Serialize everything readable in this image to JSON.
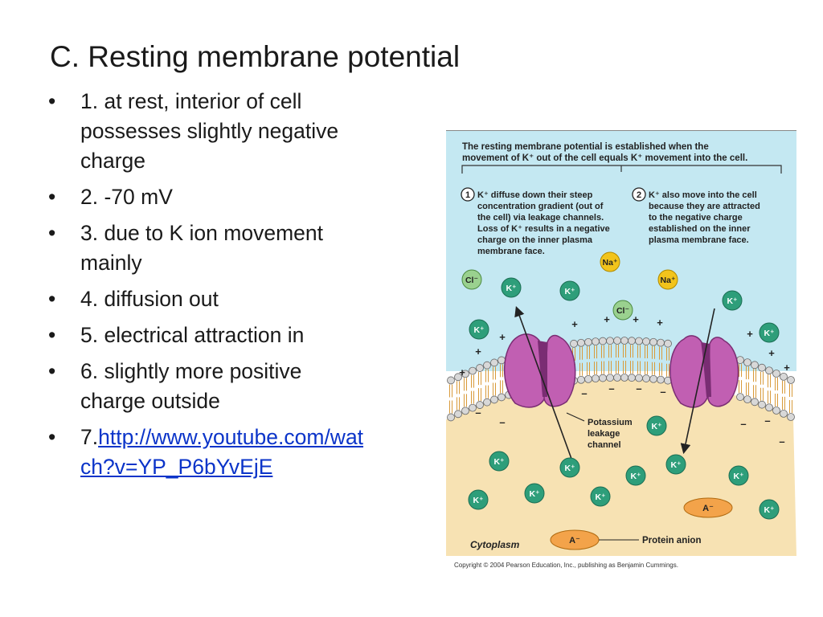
{
  "slide": {
    "title": "C.  Resting membrane potential",
    "bullets": [
      "1.  at rest, interior of cell possesses slightly negative charge",
      "2.  -70 mV",
      "3.  due to K ion movement mainly",
      "4.  diffusion out",
      "5.  electrical attraction in",
      "6.  slightly more positive charge outside"
    ],
    "link_bullet_prefix": "7.",
    "link_text": "http://www.youtube.com/watch?v=YP_P6bYvEjE"
  },
  "figure": {
    "header_lines": [
      "The resting membrane potential is established when the",
      "movement of K⁺ out of the cell equals K⁺ movement into the cell."
    ],
    "step1_number": "1",
    "step1_lines": [
      "K⁺ diffuse down their steep",
      "concentration gradient (out of",
      "the cell) via leakage channels.",
      "Loss of K⁺ results in a negative",
      "charge on the inner plasma",
      "membrane face."
    ],
    "step2_number": "2",
    "step2_lines": [
      "K⁺ also move into the cell",
      "because they are attracted",
      "to the negative charge",
      "established on the inner",
      "plasma membrane face."
    ],
    "ion_k": "K⁺",
    "ion_na": "Na⁺",
    "ion_cl": "Cl⁻",
    "ion_anion": "A⁻",
    "plus_sign": "+",
    "minus_sign": "–",
    "channel_label_lines": [
      "Potassium",
      "leakage",
      "channel"
    ],
    "protein_anion_label": "Protein anion",
    "cytoplasm_label": "Cytoplasm",
    "copyright": "Copyright © 2004 Pearson Education, Inc., publishing as Benjamin Cummings."
  },
  "colors": {
    "extracellular": "#c4e8f2",
    "cytoplasm": "#f7e2b3",
    "k_ion": "#2e9e7a",
    "na_ion": "#f2c41c",
    "cl_ion": "#9ad18f",
    "anion": "#f3a34a",
    "channel": "#c15fb2",
    "link": "#0b34c9"
  }
}
